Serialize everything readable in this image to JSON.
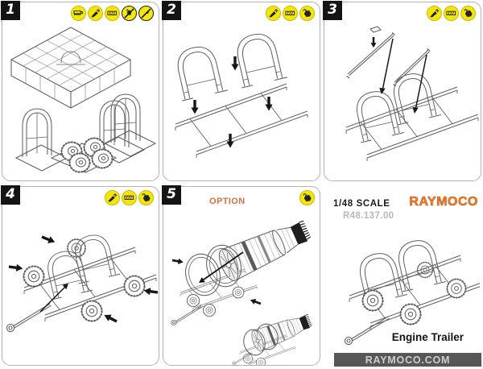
{
  "colors": {
    "icon_yellow": "#f4e50a",
    "option_orange": "#d2703c",
    "logo_orange": "#ed7e2e",
    "webbar_gray": "#575757",
    "lineart_gray": "#606060"
  },
  "panels": [
    {
      "number": "1",
      "icons": [
        "saw-icon",
        "knife-icon",
        "sand-icon",
        "no-glue-icon",
        "no-paint-icon"
      ],
      "alt": "parts overview: photo-etched mesh fret, two arch frames, four tires on casting block"
    },
    {
      "number": "2",
      "icons": [
        "knife-icon",
        "sand-icon",
        "glue-icon"
      ],
      "alt": "attach two hoop frames onto twin-rail trailer chassis, down arrows"
    },
    {
      "number": "3",
      "icons": [
        "knife-icon",
        "sand-icon",
        "glue-icon"
      ],
      "alt": "attach diagonal support rods to mounted hoops, pointer arrows"
    },
    {
      "number": "4",
      "icons": [
        "knife-icon",
        "sand-icon",
        "glue-icon"
      ],
      "alt": "attach four wheels and tow bar to trailer, arrows"
    },
    {
      "number": "5",
      "label": "OPTION",
      "icons": [
        "glue-icon"
      ],
      "alt": "optional jet engine placed onto trailer; finished engine on trailer below"
    }
  ],
  "info": {
    "scale": "1/48 SCALE",
    "product_code": "R48.137.00",
    "brand": "RAYMOCO",
    "product_name": "Engine Trailer",
    "website": "RAYMOCO.COM",
    "alt": "completed empty engine trailer illustration"
  }
}
